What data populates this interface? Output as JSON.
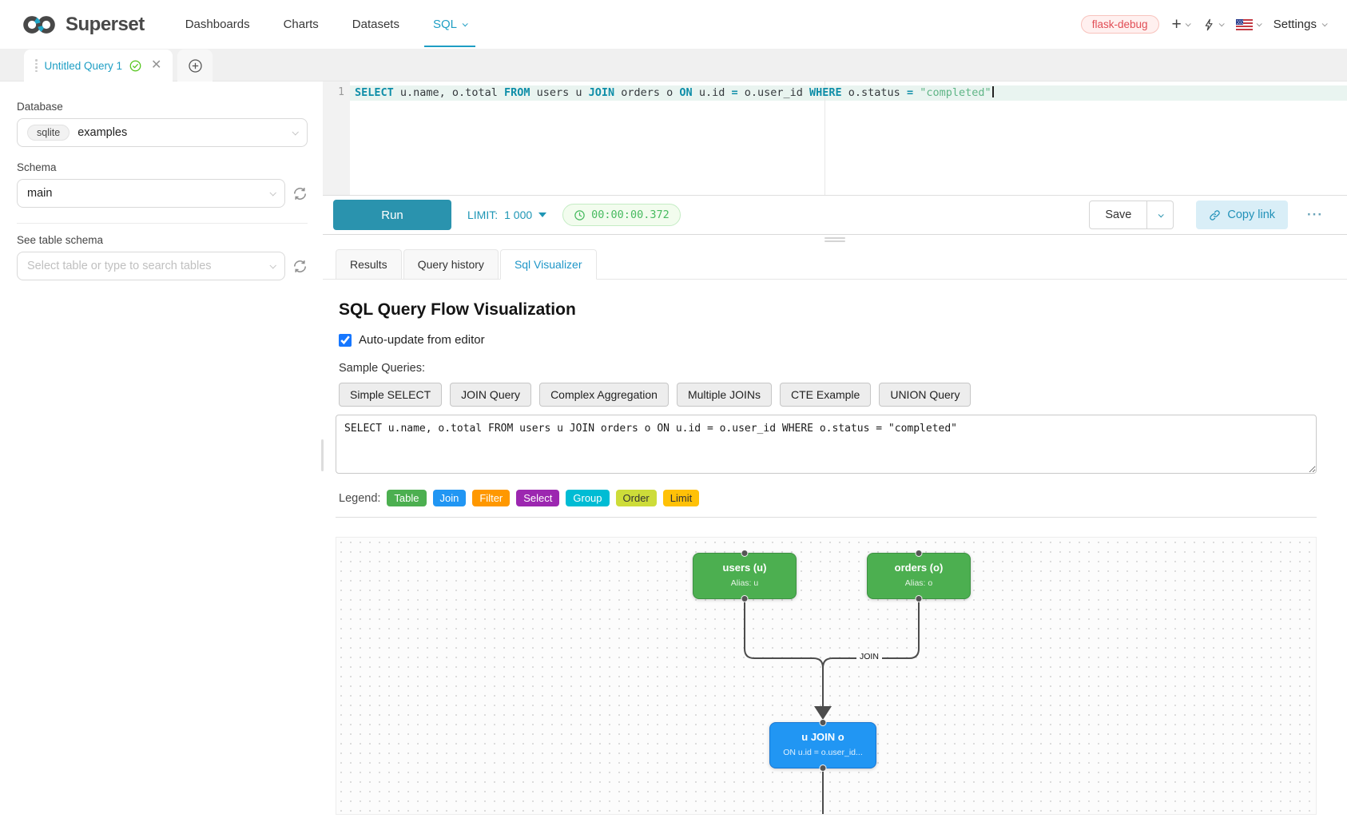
{
  "navbar": {
    "brand": "Superset",
    "items": [
      {
        "label": "Dashboards"
      },
      {
        "label": "Charts"
      },
      {
        "label": "Datasets"
      },
      {
        "label": "SQL"
      }
    ],
    "environment_tag": "flask-debug",
    "settings_label": "Settings"
  },
  "query_tab": {
    "title": "Untitled Query 1"
  },
  "sidebar": {
    "database_label": "Database",
    "database_engine": "sqlite",
    "database_value": "examples",
    "schema_label": "Schema",
    "schema_value": "main",
    "table_schema_label": "See table schema",
    "table_search_placeholder": "Select table or type to search tables"
  },
  "editor": {
    "line_number": "1",
    "tokens": [
      {
        "c": "k",
        "v": "SELECT"
      },
      {
        "c": "p",
        "v": " u.name, o.total "
      },
      {
        "c": "k",
        "v": "FROM"
      },
      {
        "c": "p",
        "v": " users u "
      },
      {
        "c": "k",
        "v": "JOIN"
      },
      {
        "c": "p",
        "v": " orders o "
      },
      {
        "c": "k",
        "v": "ON"
      },
      {
        "c": "p",
        "v": " u.id "
      },
      {
        "c": "k",
        "v": "="
      },
      {
        "c": "p",
        "v": " o.user_id "
      },
      {
        "c": "k",
        "v": "WHERE"
      },
      {
        "c": "p",
        "v": " o.status "
      },
      {
        "c": "k",
        "v": "="
      },
      {
        "c": "s",
        "v": " \"completed\""
      }
    ]
  },
  "toolbar": {
    "run_label": "Run",
    "limit_label": "LIMIT:",
    "limit_value": "1 000",
    "timer": "00:00:00.372",
    "save_label": "Save",
    "copy_link_label": "Copy link",
    "more_label": "···"
  },
  "result_tabs": [
    {
      "label": "Results"
    },
    {
      "label": "Query history"
    },
    {
      "label": "Sql Visualizer"
    }
  ],
  "visualizer": {
    "title": "SQL Query Flow Visualization",
    "auto_update_label": "Auto-update from editor",
    "sample_queries_label": "Sample Queries:",
    "sample_buttons": [
      "Simple SELECT",
      "JOIN Query",
      "Complex Aggregation",
      "Multiple JOINs",
      "CTE Example",
      "UNION Query"
    ],
    "query_text": "SELECT u.name, o.total FROM users u JOIN orders o ON u.id = o.user_id WHERE o.status = \"completed\"",
    "legend_label": "Legend:",
    "legend": [
      {
        "label": "Table",
        "color": "#4caf50",
        "text": "#ffffff"
      },
      {
        "label": "Join",
        "color": "#2196f3",
        "text": "#ffffff"
      },
      {
        "label": "Filter",
        "color": "#ff9800",
        "text": "#ffffff"
      },
      {
        "label": "Select",
        "color": "#9c27b0",
        "text": "#ffffff"
      },
      {
        "label": "Group",
        "color": "#00bcd4",
        "text": "#ffffff"
      },
      {
        "label": "Order",
        "color": "#cddc39",
        "text": "#333333"
      },
      {
        "label": "Limit",
        "color": "#ffc107",
        "text": "#333333"
      }
    ],
    "flow": {
      "nodes": [
        {
          "title": "users (u)",
          "subtitle": "Alias: u"
        },
        {
          "title": "orders (o)",
          "subtitle": "Alias: o"
        },
        {
          "title": "u JOIN o",
          "subtitle": "ON u.id = o.user_id..."
        }
      ],
      "edge_label": "JOIN"
    }
  },
  "colors": {
    "primary_teal": "#20a7c9",
    "node_green": "#4caf50",
    "node_blue": "#2196f3",
    "timer_green": "#48bb60",
    "env_red": "#e14d55"
  }
}
